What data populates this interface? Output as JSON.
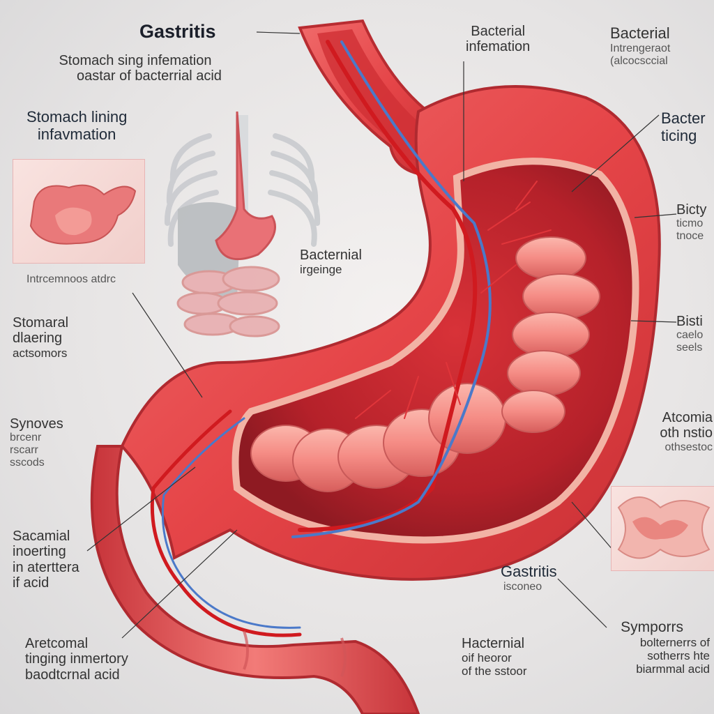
{
  "title": "Gastritis",
  "labels": {
    "top_left_sub": [
      "Stomach sing infemation",
      "oastar of bacterrial acid"
    ],
    "lining": [
      "Stomach lining",
      "infavmation"
    ],
    "inset_caption": "Intrcemnoos atdrc",
    "stomaral": [
      "Stomaral",
      "dlaering",
      "actsomors"
    ],
    "synoves": [
      "Synoves",
      "brcenr",
      "rscarr",
      "sscods"
    ],
    "sacamial": [
      "Sacamial",
      "inoerting",
      "in aterttera",
      "if acid"
    ],
    "aretcomal": [
      "Aretcomal",
      "tinging inmertory",
      "baodtcrnal acid"
    ],
    "bact_ingeinge": [
      "Bacternial",
      "irgeinge"
    ],
    "bact_infemation": [
      "Bacterial",
      "infemation"
    ],
    "bact_interngeraot": [
      "Bacterial",
      "Intrengeraot",
      "(alcocsccial"
    ],
    "bacter_tiing": [
      "Bacter",
      "ticing"
    ],
    "bicty": [
      "Bicty",
      "ticmo",
      "tnoce"
    ],
    "bisti": [
      "Bisti",
      "caelo",
      "seels"
    ],
    "atcomia": [
      "Atcomia",
      "oth nstio",
      "othsestoc"
    ],
    "gastritis_mid": [
      "Gastritis",
      "isconeo"
    ],
    "symporrs": [
      "Symporrs",
      "bolternerrs of",
      "sotherrs hte",
      "biarmmal acid"
    ],
    "hacternial": [
      "Hacternial",
      "oif heoror",
      "of the sstoor"
    ]
  }
}
